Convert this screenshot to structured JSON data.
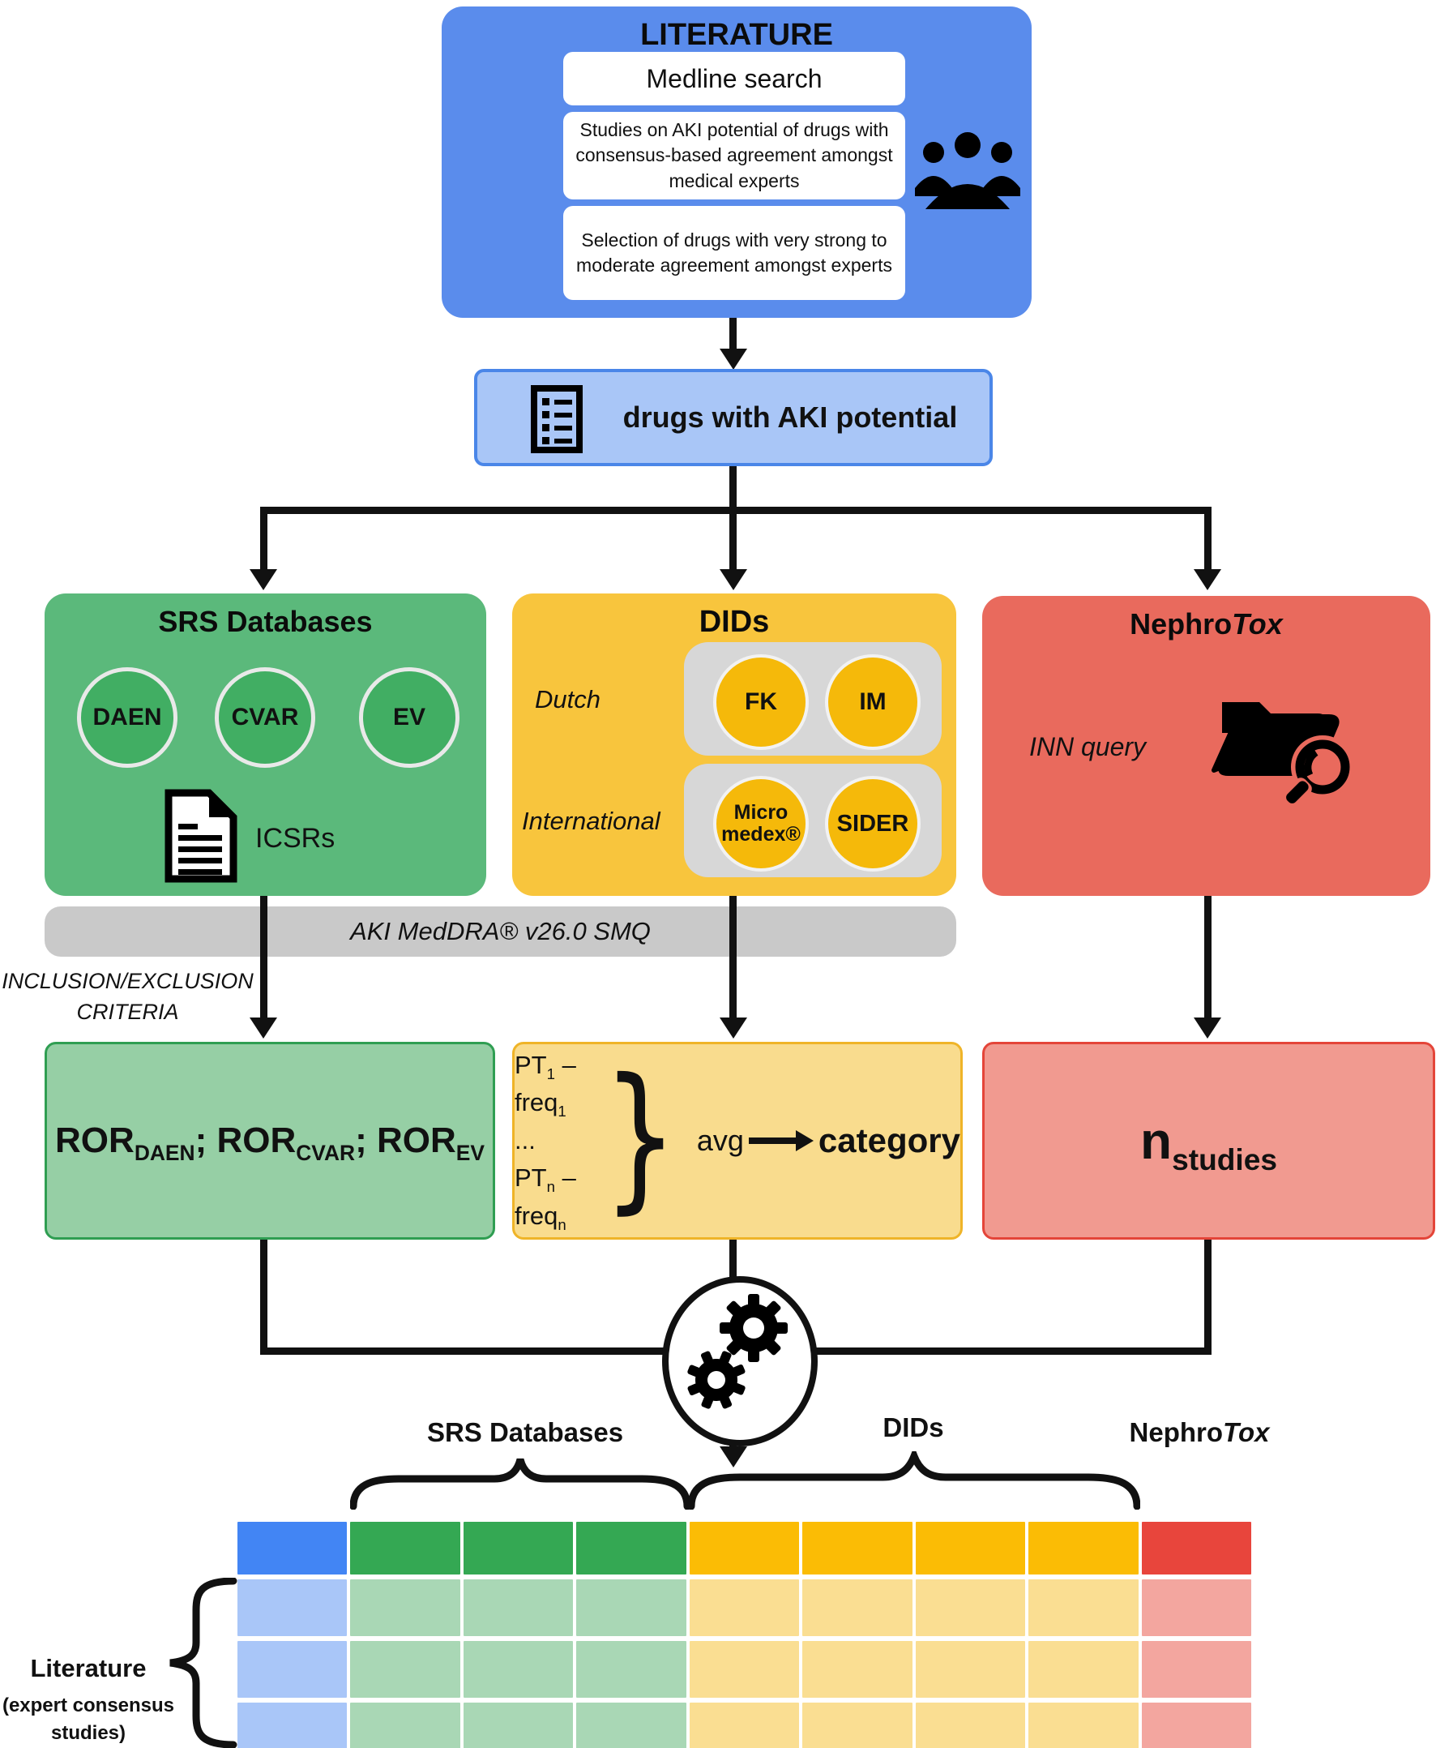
{
  "colors": {
    "literature_blue": "#5a8cec",
    "aki_fill": "#a9c6f7",
    "aki_border": "#4a86e8",
    "srs_green": "#5bb97b",
    "srs_circle_green": "#41ae63",
    "dids_yellow": "#f8c53d",
    "dids_circle_yellow": "#f5b90a",
    "dids_panel_gray": "#d7d7d7",
    "nephro_red": "#e96a5d",
    "meddra_gray": "#c9c9c9",
    "ror_fill": "#96cfa5",
    "ror_border": "#2f9e52",
    "pt_fill": "#f9dc8e",
    "pt_border": "#efb428",
    "nstudies_fill": "#f19a90",
    "nstudies_border": "#e44539",
    "header_blue": "#4285f4",
    "header_green": "#34a853",
    "header_yellow": "#fbbc05",
    "header_red": "#e8453c",
    "cell_blue": "#a9c6f8",
    "cell_green": "#a9d7b5",
    "cell_yellow": "#fade92",
    "cell_red": "#f3a69f"
  },
  "icons": {
    "experts": "people-group-icon",
    "aki_list": "drug-list-icon",
    "icsrs": "document-icon",
    "nephrotox": "folder-search-icon",
    "combine": "gears-icon"
  },
  "literature": {
    "title": "LITERATURE",
    "medline": "Medline search",
    "studies": "Studies on AKI potential of drugs with consensus-based agreement amongst medical experts",
    "selection": "Selection of drugs with very strong to moderate agreement amongst experts"
  },
  "aki_drugs": {
    "label": "drugs with AKI potential"
  },
  "srs": {
    "title": "SRS Databases",
    "databases": [
      "DAEN",
      "CVAR",
      "EV"
    ],
    "icsrs_label": "ICSRs"
  },
  "dids": {
    "title": "DIDs",
    "dutch_label": "Dutch",
    "international_label": "International",
    "fk": "FK",
    "im": "IM",
    "micromedex_line1": "Micro",
    "micromedex_line2": "medex®",
    "sider": "SIDER"
  },
  "nephrotox": {
    "title_regular": "Nephro",
    "title_italic": "Tox",
    "query_label": "INN query"
  },
  "meddra_bar": {
    "label": "AKI MedDRA® v26.0 SMQ"
  },
  "criteria_note": {
    "line1": "INCLUSION/EXCLUSION",
    "line2": "CRITERIA"
  },
  "results": {
    "ror": {
      "segments": [
        "ROR",
        "DAEN",
        "; ROR",
        "CVAR",
        "; ROR",
        "EV"
      ]
    },
    "pt": {
      "line1": [
        "PT",
        "1",
        " – freq",
        "1"
      ],
      "dots": "...",
      "linen": [
        "PT",
        "n",
        " – freq",
        "n"
      ],
      "brace": "}",
      "avg_label": "avg",
      "category_label": "category"
    },
    "nstudies": {
      "base": "n",
      "sub": "studies"
    }
  },
  "matrix": {
    "labels": {
      "srs": "SRS Databases",
      "dids": "DIDs",
      "nephro_regular": "Nephro",
      "nephro_italic": "Tox"
    },
    "row_label": {
      "line1": "Literature",
      "line2": "(expert consensus",
      "line3": "studies)"
    },
    "header_colors": [
      "blue",
      "green",
      "green",
      "green",
      "yellow",
      "yellow",
      "yellow",
      "yellow",
      "red"
    ],
    "body_rows": 3
  }
}
